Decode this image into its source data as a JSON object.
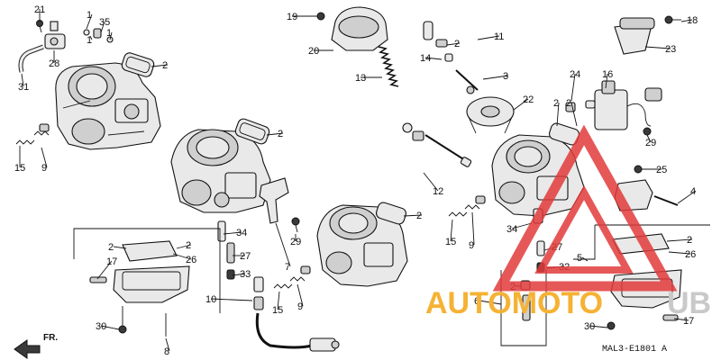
{
  "diagram": {
    "ref_code": "MAL3-E1801 A",
    "direction_label": "FR.",
    "watermark": {
      "brand_left": "AUTOMOTO",
      "brand_right": "UB",
      "color_left": "#f5b234",
      "color_right": "#c9c9c9",
      "color_triangle": "#e23b3b"
    },
    "callouts": [
      {
        "id": "c21",
        "text": "21"
      },
      {
        "id": "c1a",
        "text": "1"
      },
      {
        "id": "c35",
        "text": "35"
      },
      {
        "id": "c1b",
        "text": "1"
      },
      {
        "id": "c1c",
        "text": "1"
      },
      {
        "id": "c28",
        "text": "28"
      },
      {
        "id": "c31",
        "text": "31"
      },
      {
        "id": "c2a",
        "text": "2"
      },
      {
        "id": "c15a",
        "text": "15"
      },
      {
        "id": "c9a",
        "text": "9"
      },
      {
        "id": "c19",
        "text": "19"
      },
      {
        "id": "c20",
        "text": "20"
      },
      {
        "id": "c13",
        "text": "13"
      },
      {
        "id": "c2b",
        "text": "2"
      },
      {
        "id": "c34a",
        "text": "34"
      },
      {
        "id": "c27a",
        "text": "27"
      },
      {
        "id": "c33",
        "text": "33"
      },
      {
        "id": "c29a",
        "text": "29"
      },
      {
        "id": "c7",
        "text": "7"
      },
      {
        "id": "c2c",
        "text": "2"
      },
      {
        "id": "c26a",
        "text": "26"
      },
      {
        "id": "c17a",
        "text": "17"
      },
      {
        "id": "c2d",
        "text": "2"
      },
      {
        "id": "c10",
        "text": "10"
      },
      {
        "id": "c15b",
        "text": "15"
      },
      {
        "id": "c9b",
        "text": "9"
      },
      {
        "id": "c30a",
        "text": "30"
      },
      {
        "id": "c8",
        "text": "8"
      },
      {
        "id": "c2e",
        "text": "2"
      },
      {
        "id": "c11",
        "text": "11"
      },
      {
        "id": "c14",
        "text": "14"
      },
      {
        "id": "c2f",
        "text": "2"
      },
      {
        "id": "c3",
        "text": "3"
      },
      {
        "id": "c22",
        "text": "22"
      },
      {
        "id": "c12",
        "text": "12"
      },
      {
        "id": "c2g",
        "text": "2"
      },
      {
        "id": "c15c",
        "text": "15"
      },
      {
        "id": "c9c",
        "text": "9"
      },
      {
        "id": "c34b",
        "text": "34"
      },
      {
        "id": "c27b",
        "text": "27"
      },
      {
        "id": "c32",
        "text": "32"
      },
      {
        "id": "c5",
        "text": "5"
      },
      {
        "id": "c6",
        "text": "6"
      },
      {
        "id": "c2h",
        "text": "2"
      },
      {
        "id": "c18",
        "text": "18"
      },
      {
        "id": "c23",
        "text": "23"
      },
      {
        "id": "c24",
        "text": "24"
      },
      {
        "id": "c16",
        "text": "16"
      },
      {
        "id": "c29b",
        "text": "29"
      },
      {
        "id": "c25",
        "text": "25"
      },
      {
        "id": "c4",
        "text": "4"
      },
      {
        "id": "c2i",
        "text": "2"
      },
      {
        "id": "c26b",
        "text": "26"
      },
      {
        "id": "c2j",
        "text": "2"
      },
      {
        "id": "c17b",
        "text": "17"
      },
      {
        "id": "c30b",
        "text": "30"
      }
    ]
  }
}
